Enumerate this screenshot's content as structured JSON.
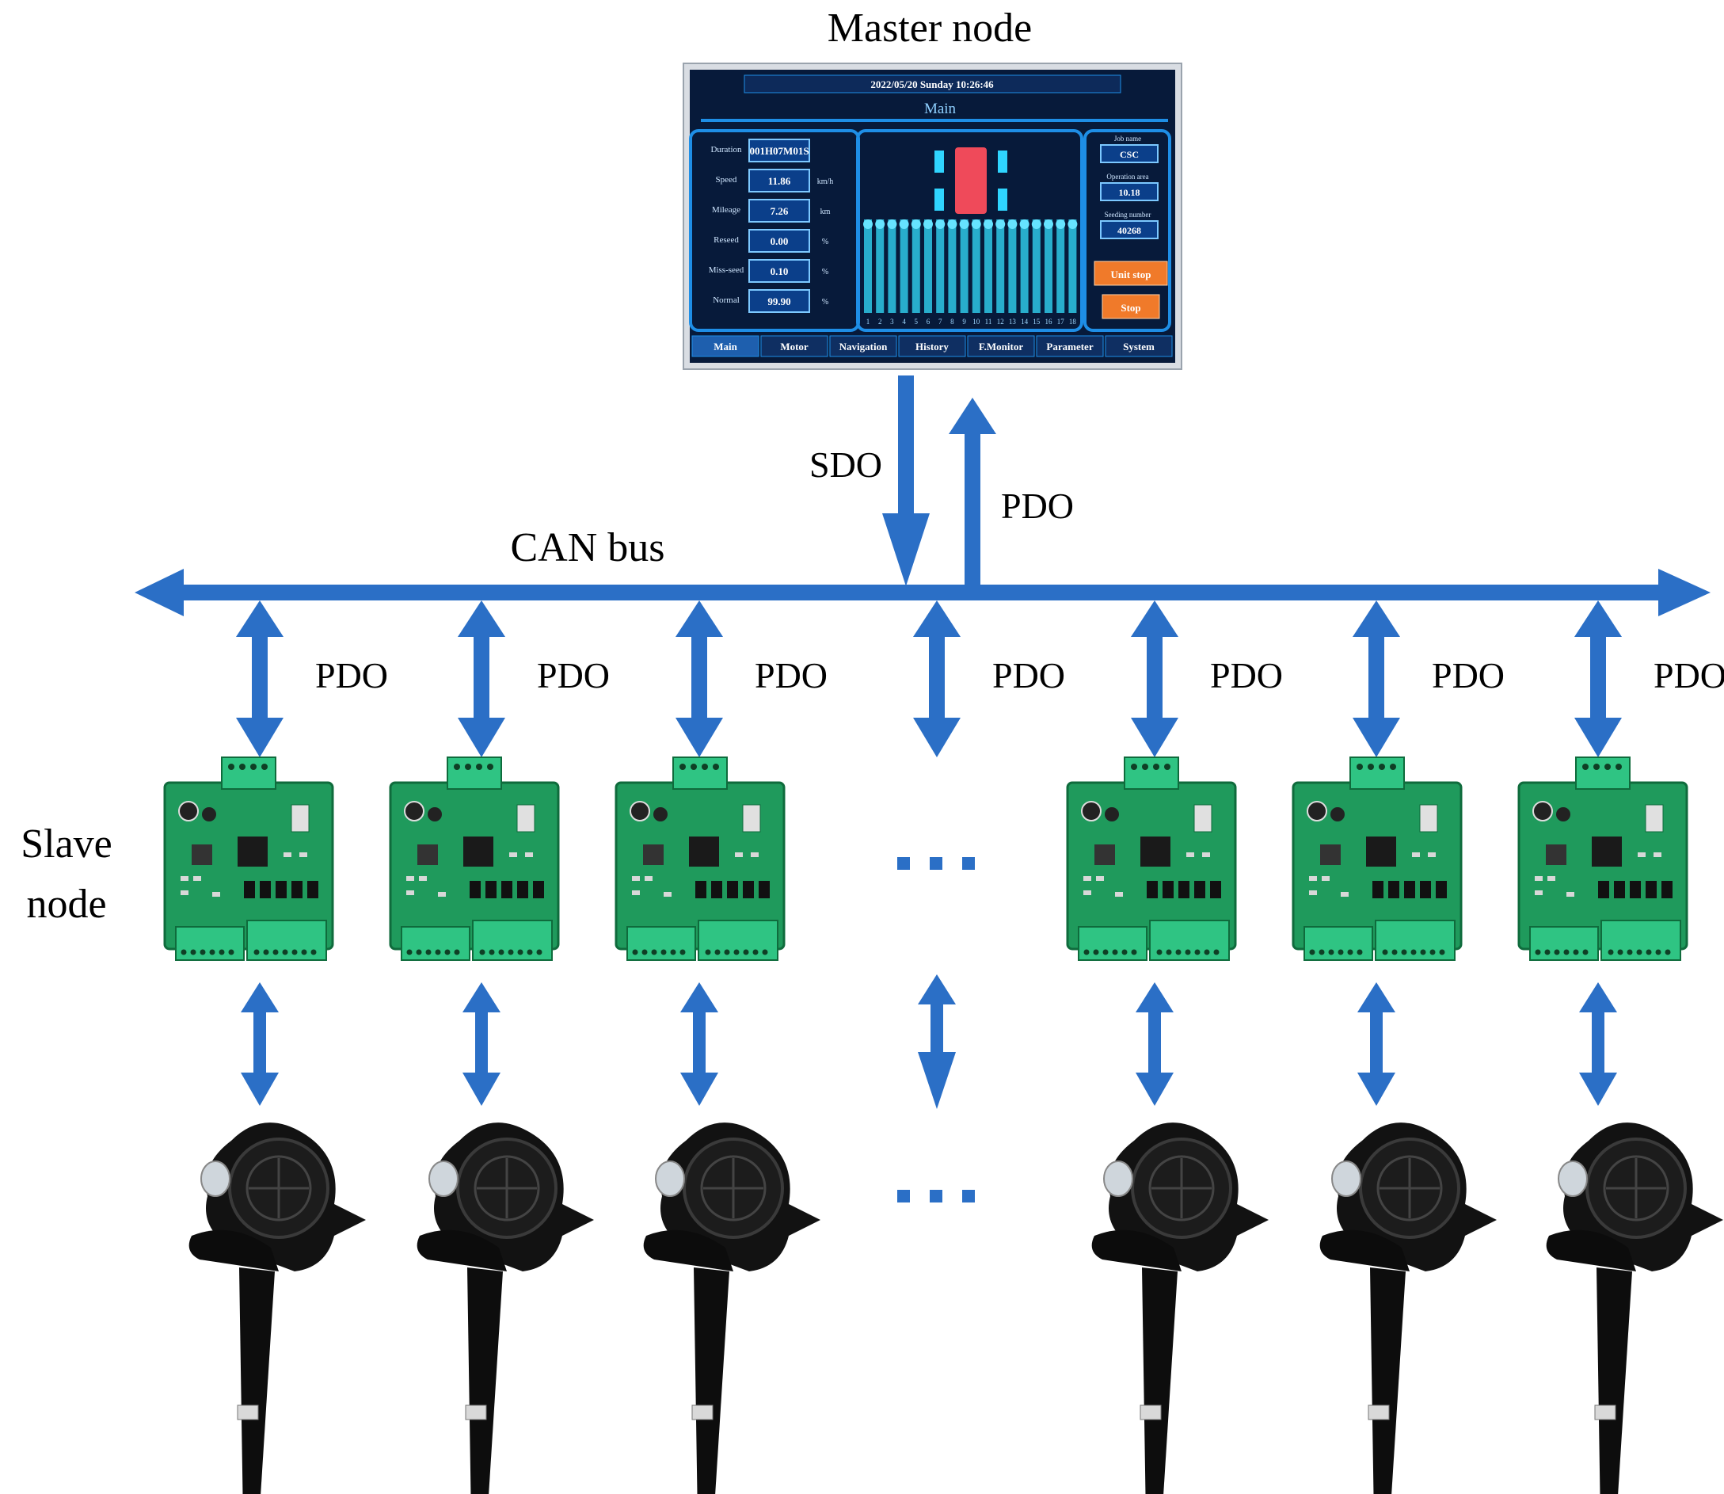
{
  "labels": {
    "master": "Master node",
    "bus": "CAN bus",
    "sdo": "SDO",
    "pdo_up": "PDO",
    "slave_line1": "Slave",
    "slave_line2": "node",
    "pdo": "PDO"
  },
  "screen": {
    "datetime": "2022/05/20   Sunday   10:26:46",
    "title": "Main",
    "left_fields": [
      {
        "label": "Duration",
        "value": "001H07M01S",
        "unit": ""
      },
      {
        "label": "Speed",
        "value": "11.86",
        "unit": "km/h"
      },
      {
        "label": "Mileage",
        "value": "7.26",
        "unit": "km"
      },
      {
        "label": "Reseed",
        "value": "0.00",
        "unit": "%"
      },
      {
        "label": "Miss-seed",
        "value": "0.10",
        "unit": "%"
      },
      {
        "label": "Normal",
        "value": "99.90",
        "unit": "%"
      }
    ],
    "right_fields": [
      {
        "label": "Job name",
        "value": "CSC"
      },
      {
        "label": "Operation area",
        "value": "10.18"
      },
      {
        "label": "Seeding number",
        "value": "40268"
      }
    ],
    "buttons": [
      "Unit stop",
      "Stop"
    ],
    "row_numbers": [
      "1",
      "2",
      "3",
      "4",
      "5",
      "6",
      "7",
      "8",
      "9",
      "10",
      "11",
      "12",
      "13",
      "14",
      "15",
      "16",
      "17",
      "18"
    ],
    "tabs": [
      "Main",
      "Motor",
      "Navigation",
      "History",
      "F.Monitor",
      "Parameter",
      "System"
    ]
  },
  "colors": {
    "arrow": "#2b6fc6",
    "pcb": "#1f9a5c",
    "pcb_dark": "#0f6b3c",
    "screen_bg": "#071a3a",
    "screen_frame": "#1e8ee6",
    "seeder": "#111111"
  },
  "icons": {
    "controller": "pcb-board-icon",
    "seeder": "seed-meter-icon",
    "ellipsis": "ellipsis-icon"
  }
}
